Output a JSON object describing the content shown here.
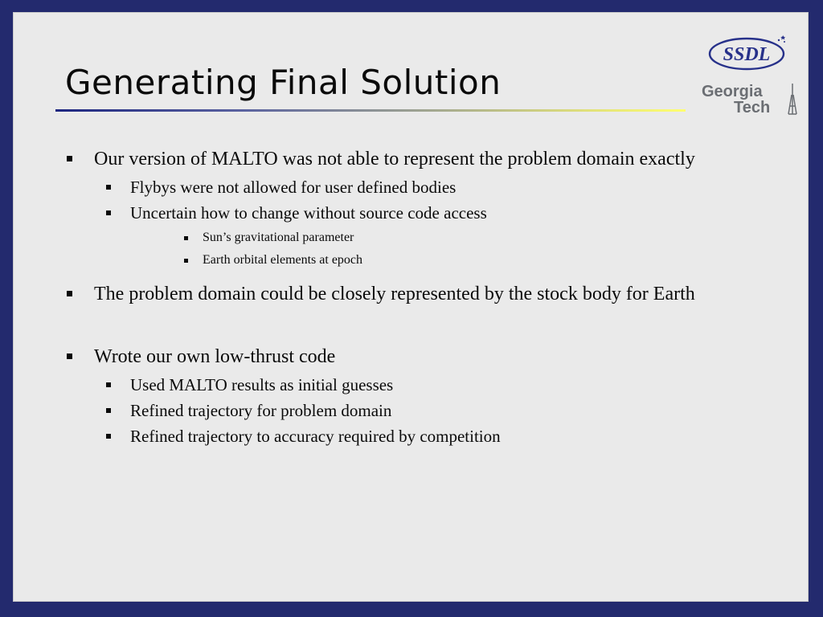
{
  "slide": {
    "title": "Generating Final Solution",
    "logos": {
      "ssdl": "SSDL",
      "georgia": "Georgia",
      "tech": "Tech"
    },
    "bullets": [
      {
        "text": "Our version of MALTO was not able to represent the problem domain exactly",
        "children": [
          {
            "text": "Flybys were not allowed for user defined bodies"
          },
          {
            "text": "Uncertain how to change without source code access",
            "children": [
              {
                "text": "Sun’s gravitational parameter"
              },
              {
                "text": "Earth orbital elements at epoch"
              }
            ]
          }
        ]
      },
      {
        "text": "The problem domain could be closely represented by the stock body for Earth"
      },
      {
        "text": "Wrote our own low-thrust code",
        "children": [
          {
            "text": "Used MALTO results as initial guesses"
          },
          {
            "text": "Refined trajectory for problem domain"
          },
          {
            "text": "Refined trajectory to accuracy required by competition"
          }
        ]
      }
    ]
  },
  "colors": {
    "frame": "#232a6e",
    "slide_bg": "#eaeaea",
    "logo_blue": "#27318a",
    "logo_gray": "#6b6e73"
  }
}
